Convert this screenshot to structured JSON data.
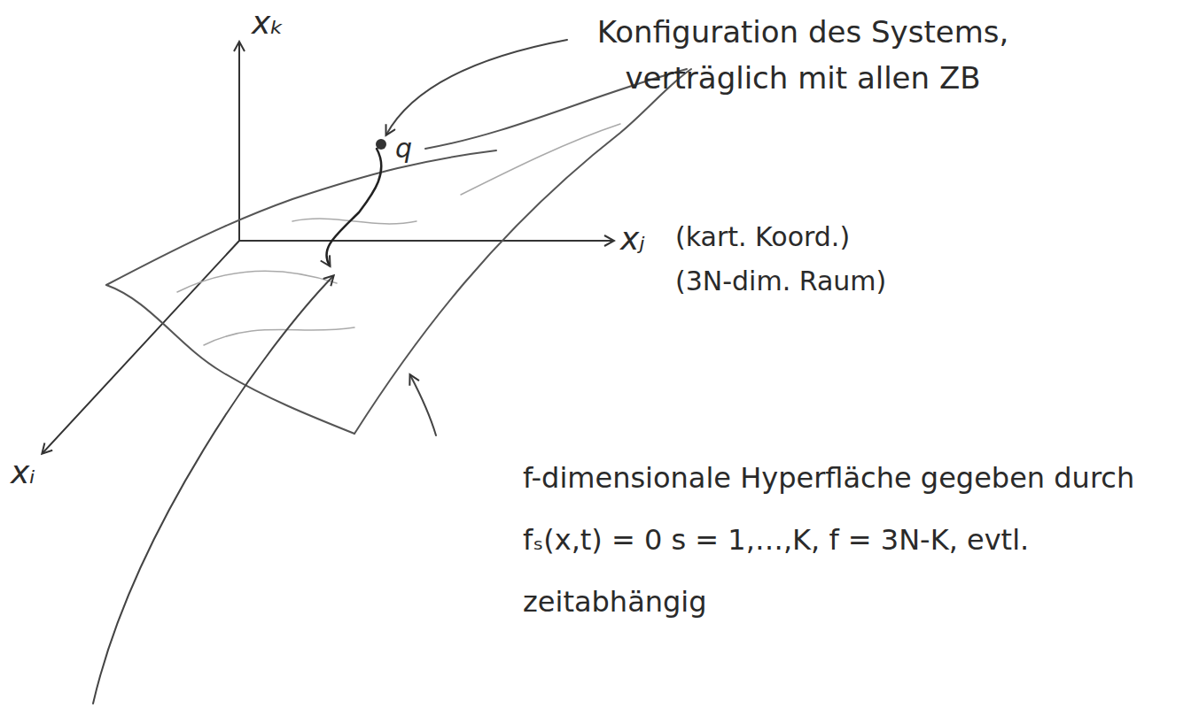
{
  "diagram": {
    "labels": [
      "xₖ",
      "Konfiguration des Systems, verträglich mit allen ZB",
      "q",
      "xⱼ",
      "(kart. Koord.)",
      "(3N-dim. Raum)",
      "xᵢ",
      "f-dimensionale Hyperfläche gegeben durch fₛ(x,t) = 0 s = 1,…,K, f = 3N-K, evtl. zeitabhängig"
    ]
  }
}
